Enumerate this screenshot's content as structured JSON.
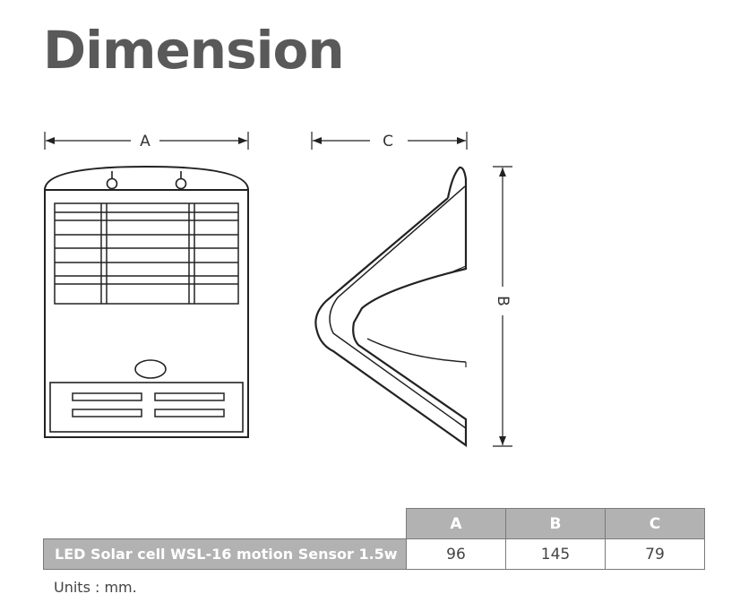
{
  "title": "Dimension",
  "dimensions": {
    "a_label": "A",
    "b_label": "B",
    "c_label": "C"
  },
  "table": {
    "headers": [
      "A",
      "B",
      "C"
    ],
    "product": "LED Solar cell WSL-16 motion Sensor 1.5w",
    "values": [
      "96",
      "145",
      "79"
    ]
  },
  "units": "Units : mm."
}
